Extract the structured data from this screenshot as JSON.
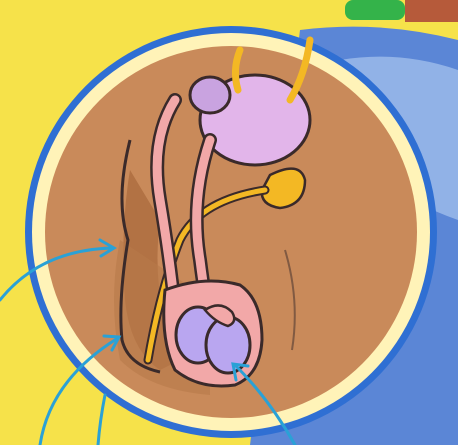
{
  "illustration": {
    "background_colors": {
      "yellow": "#f6e24a",
      "blue_water": "#5b86d6",
      "light_blue": "#a8c4ee",
      "frame_blue": "#2f6fd3",
      "frame_cream": "#fff3b8"
    },
    "organ_colors": {
      "skin": "#c98a5a",
      "skin_shadow": "#a8683a",
      "bladder": "#e2b5ea",
      "pink_tube": "#f2a8a8",
      "yellow_gland": "#f3b824",
      "purple_testis": "#b9a6f0",
      "arrow": "#2aa1d6"
    },
    "pointer_arrows": [
      "arrow-scrotum-upper",
      "arrow-scrotum-lower",
      "arrow-bottom-left",
      "arrow-testis"
    ]
  }
}
